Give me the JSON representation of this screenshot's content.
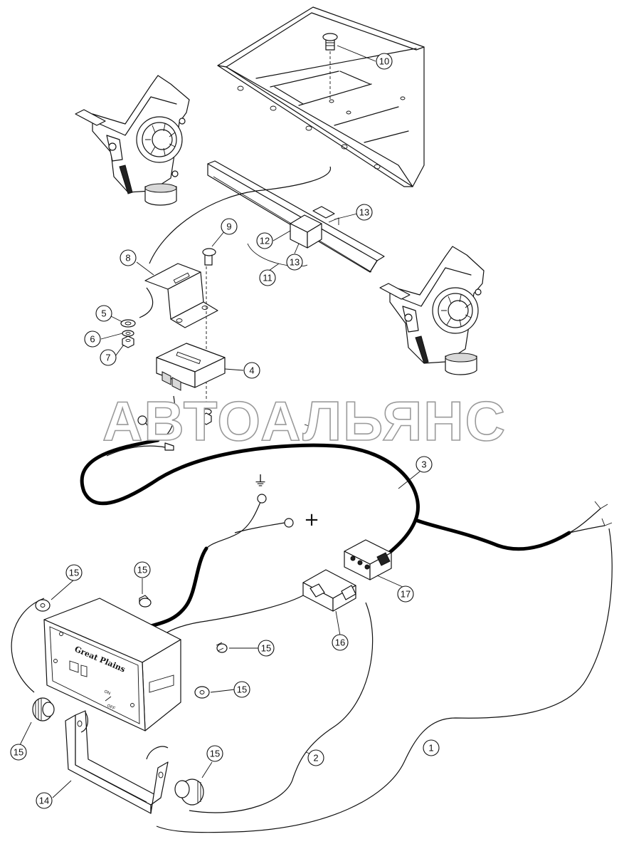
{
  "watermark": "АВТОАЛЬЯНС",
  "symbols": {
    "ground": "⏚",
    "positive": "+"
  },
  "control_box": {
    "brand": "Great Plains",
    "switch_on": "ON",
    "switch_off": "OFF"
  },
  "callouts": [
    "10",
    "9",
    "8",
    "5",
    "6",
    "7",
    "4",
    "12",
    "13",
    "13",
    "11",
    "3",
    "15",
    "15",
    "15",
    "15",
    "15",
    "15",
    "16",
    "17",
    "14",
    "2",
    "1"
  ]
}
